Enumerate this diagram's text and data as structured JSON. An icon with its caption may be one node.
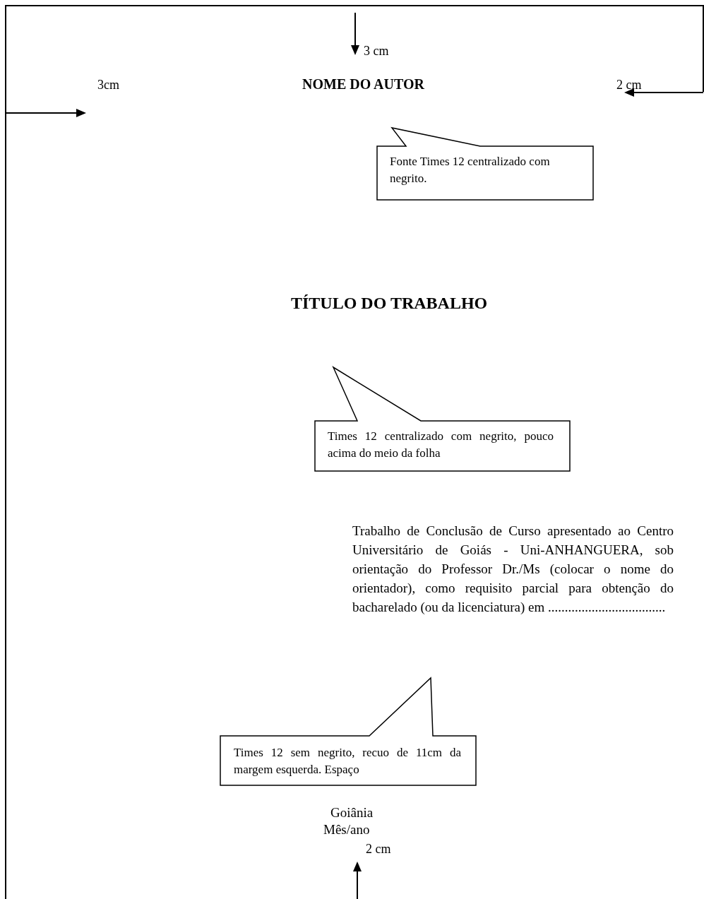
{
  "diagram": {
    "nodes": [
      {
        "text": [
          "Fonte Times 12 centralizado com negrito."
        ]
      },
      {
        "text": [
          "Times 12 centralizado com negrito, pouco acima do meio da folha"
        ]
      },
      {
        "text": [
          "Times 12 sem negrito, recuo de 11cm da margem esquerda. Espaço"
        ]
      }
    ],
    "labels": [
      "3 cm",
      "3cm",
      "NOME DO AUTOR",
      "2 cm",
      "TÍTULO DO TRABALHO",
      "Trabalho de Conclusão de Curso apresentado ao Centro Universitário de Goiás - Uni-ANHANGUERA, sob orientação do Professor Dr./Ms (colocar o nome do orientador), como requisito parcial para obtenção do bacharelado (ou da licenciatura) em ...................................",
      "Goiânia",
      "Mês/ano",
      "2 cm"
    ]
  }
}
